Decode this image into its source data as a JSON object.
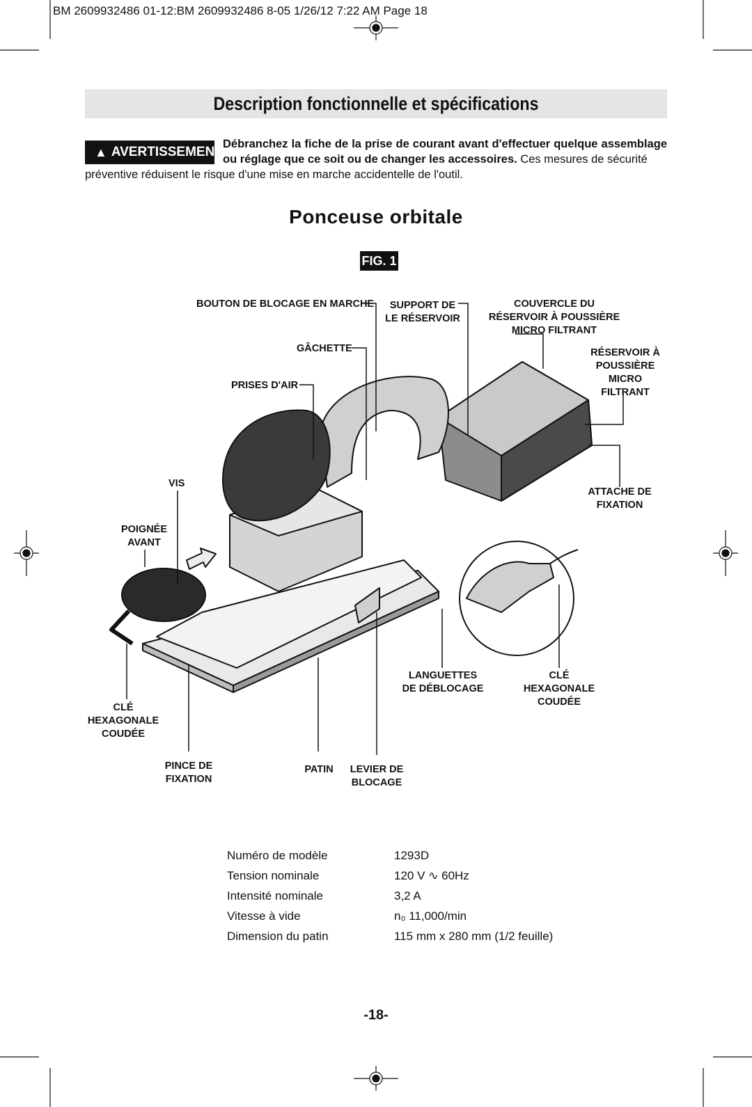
{
  "header_line": "BM 2609932486  01-12:BM 2609932486 8-05  1/26/12  7:22 AM  Page 18",
  "title": "Description fonctionnelle et spécifications",
  "warning": {
    "badge": "AVERTISSEMENT",
    "bold_text": "Débranchez la fiche de la prise de courant avant d'effectuer quelque assemblage ou réglage que ce soit ou de changer les accessoires.",
    "text_line1": "Ces mesures de sécurité",
    "text_line2": "préventive réduisent le risque d'une mise en marche accidentelle de l'outil."
  },
  "subtitle": "Ponceuse orbitale",
  "figure_label": "FIG. 1",
  "callouts": {
    "bouton": "BOUTON DE BLOCAGE EN MARCHE",
    "support": [
      "SUPPORT DE",
      "LE RÉSERVOIR"
    ],
    "couvercle": [
      "COUVERCLE DU",
      "RÉSERVOIR À POUSSIÈRE",
      "MICRO FILTRANT"
    ],
    "gachette": "GÂCHETTE",
    "reservoir": [
      "RÉSERVOIR À",
      "POUSSIÈRE",
      "MICRO",
      "FILTRANT"
    ],
    "prises": "PRISES D'AIR",
    "vis": "VIS",
    "attache": [
      "ATTACHE DE",
      "FIXATION"
    ],
    "poignee": [
      "POIGNÉE",
      "AVANT"
    ],
    "languettes": [
      "LANGUETTES",
      "DE DÉBLOCAGE"
    ],
    "cle_right": [
      "CLÉ",
      "HEXAGONALE",
      "COUDÉE"
    ],
    "cle_left": [
      "CLÉ",
      "HEXAGONALE",
      "COUDÉE"
    ],
    "pince": [
      "PINCE DE",
      "FIXATION"
    ],
    "patin": "PATIN",
    "levier": [
      "LEVIER DE",
      "BLOCAGE"
    ]
  },
  "specs": [
    {
      "label": "Numéro de modèle",
      "value": "1293D"
    },
    {
      "label": "Tension nominale",
      "value": "120 V ∿ 60Hz"
    },
    {
      "label": "Intensité nominale",
      "value": "3,2 A"
    },
    {
      "label": "Vitesse à vide",
      "value": "n₀ 11,000/min"
    },
    {
      "label": "Dimension du patin",
      "value": "115 mm x 280 mm (1/2 feuille)"
    }
  ],
  "page_number": "-18-"
}
